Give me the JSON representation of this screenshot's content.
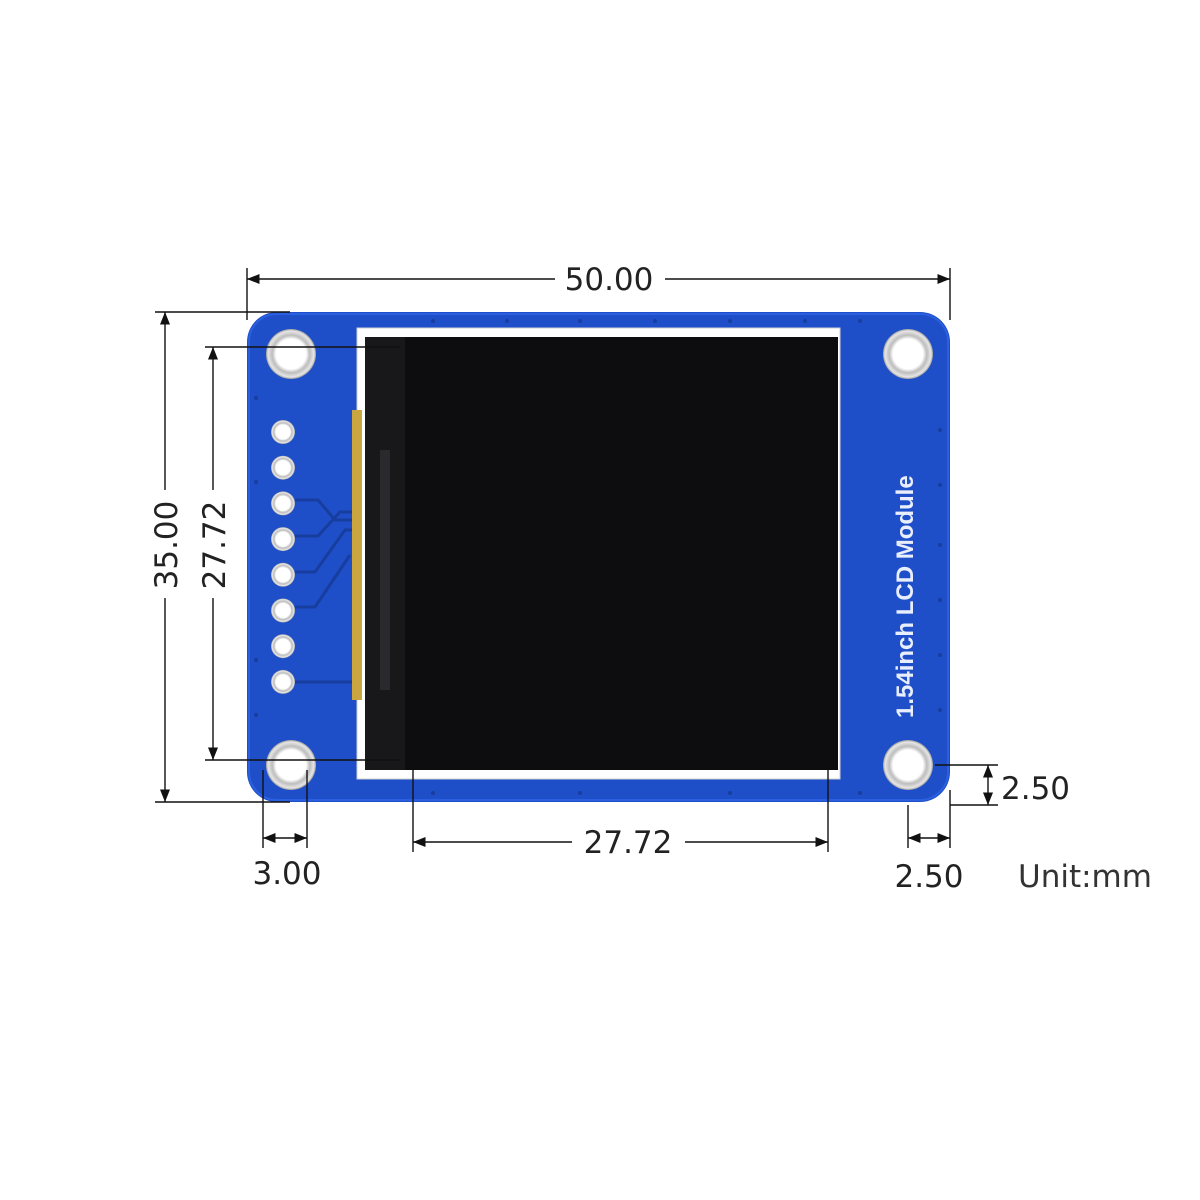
{
  "module": {
    "silkscreen_label": "1.54inch LCD Module",
    "pin_count": 8,
    "colors": {
      "pcb": "#1f4fc8",
      "pcb_dark": "#173d9e",
      "screen": "#0d0d0f",
      "frame": "#ffffff",
      "hole_ring": "#c9c9c9"
    }
  },
  "dimensions": {
    "board_width": "50.00",
    "board_height": "35.00",
    "display_height": "27.72",
    "display_width": "27.72",
    "hole_offset_x": "3.00",
    "hole_offset_right_y": "2.50",
    "hole_offset_right_x": "2.50"
  },
  "unit_label": "Unit:mm"
}
